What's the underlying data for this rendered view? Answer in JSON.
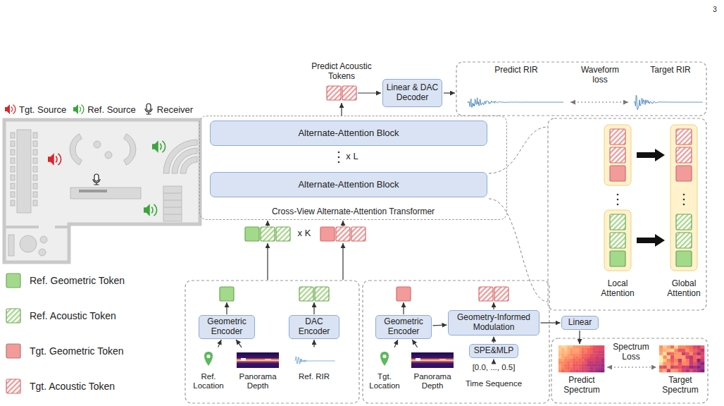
{
  "diagram": {
    "nodes": [
      {
        "text": [
          "Cross-View Alternate-Attention Transformer"
        ]
      },
      {
        "text": [
          "Alternate-Attention Block"
        ],
        "in": 0
      },
      {
        "text": [
          "Alternate-Attention Block"
        ],
        "in": 0
      },
      {
        "text": [
          "Linear & DAC Decoder"
        ]
      },
      {
        "text": [
          "Geometric Encoder"
        ]
      },
      {
        "text": [
          "DAC Encoder"
        ]
      },
      {
        "text": [
          "Ref. Location"
        ]
      },
      {
        "text": [
          "Panorama Depth"
        ]
      },
      {
        "text": [
          "Ref. RIR"
        ]
      },
      {
        "text": [
          "Geometric Encoder"
        ]
      },
      {
        "text": [
          "Geometry-Informed Modulation"
        ]
      },
      {
        "text": [
          "SPE&MLP"
        ]
      },
      {
        "text": [
          "Tgt. Location"
        ]
      },
      {
        "text": [
          "Panorama Depth"
        ]
      },
      {
        "text": [
          "[0.0, ..., 0.5]",
          "Time Sequence"
        ]
      },
      {
        "text": [
          "Linear"
        ]
      }
    ],
    "edges": [
      {
        "from": 6,
        "to": 4,
        "arrow": "to"
      },
      {
        "from": 7,
        "to": 4,
        "arrow": "to"
      },
      {
        "from": 8,
        "to": 5,
        "arrow": "to"
      },
      {
        "from": 12,
        "to": 9,
        "arrow": "to"
      },
      {
        "from": 13,
        "to": 9,
        "arrow": "to"
      },
      {
        "from": 14,
        "to": 11,
        "arrow": "to"
      },
      {
        "from": 11,
        "to": 10,
        "arrow": "to"
      },
      {
        "from": 9,
        "to": 10,
        "arrow": "to"
      },
      {
        "from": 10,
        "to": 15,
        "arrow": "to"
      }
    ],
    "labels": [
      "3",
      "Predict Acoustic Tokens",
      "Predict RIR",
      "Waveform loss",
      "Target RIR",
      "x L",
      "x K",
      "Local Attention",
      "Global Attention",
      "Spectrum Loss",
      "Predict Spectrum",
      "Target Spectrum"
    ],
    "legend": [
      {
        "text": "Tgt. Source"
      },
      {
        "text": "Ref. Source"
      },
      {
        "text": "Receiver"
      },
      {
        "text": "Ref. Geometric Token",
        "color": "#a3d98b"
      },
      {
        "text": "Ref. Acoustic Token"
      },
      {
        "text": "Tgt. Geometric Token",
        "color": "#f29b9b"
      },
      {
        "text": "Tgt. Acoustic Token"
      }
    ]
  }
}
